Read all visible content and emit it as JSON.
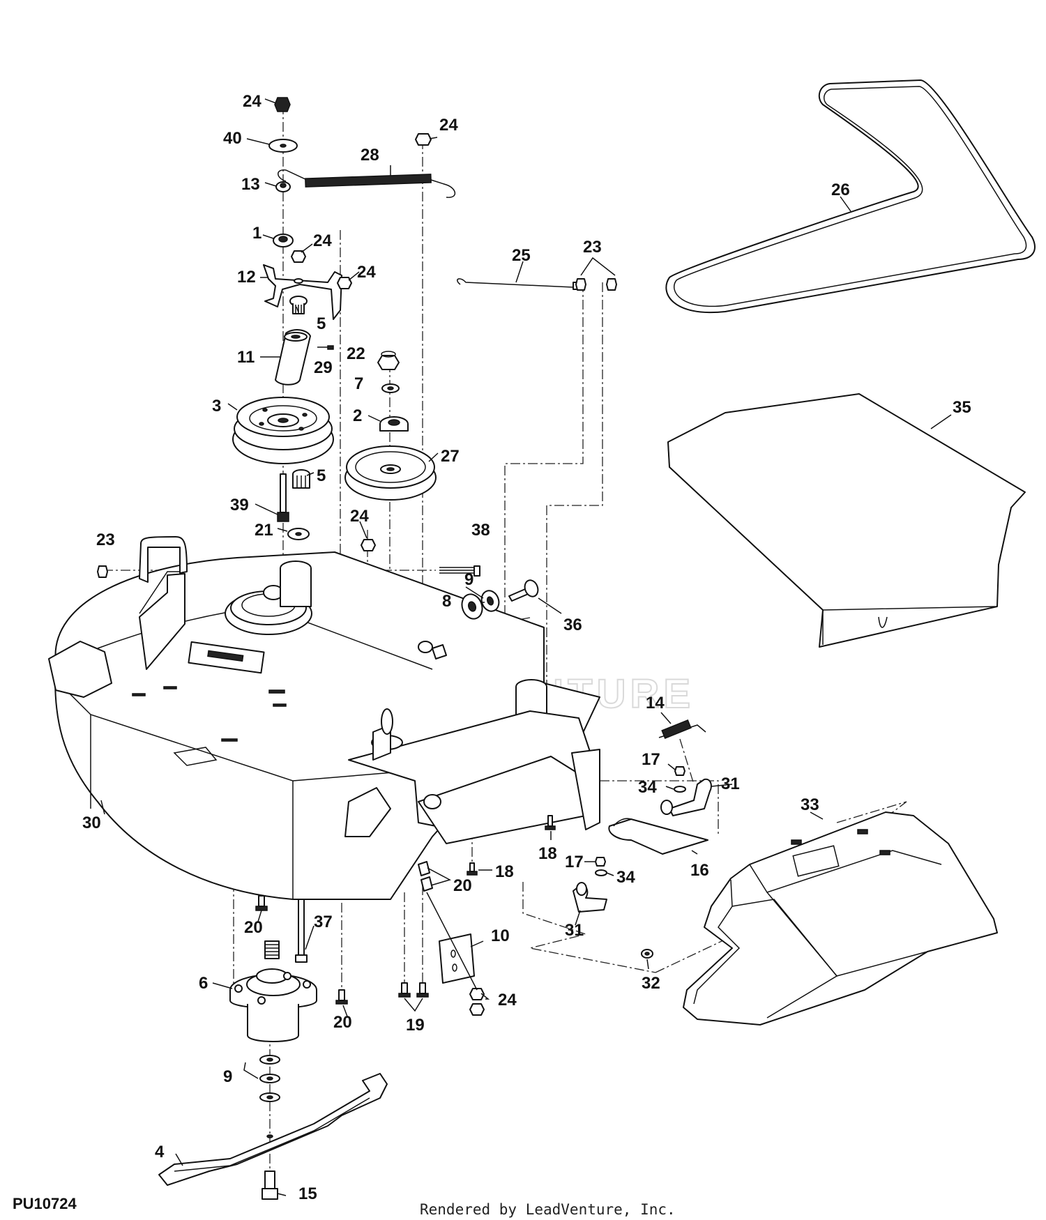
{
  "figure_id": "PU10724",
  "credit": "Rendered by LeadVenture, Inc.",
  "watermark": "LEADVENTURE",
  "callouts": [
    {
      "id": "c-24a",
      "text": "24"
    },
    {
      "id": "c-40",
      "text": "40"
    },
    {
      "id": "c-24b",
      "text": "24"
    },
    {
      "id": "c-28",
      "text": "28"
    },
    {
      "id": "c-13",
      "text": "13"
    },
    {
      "id": "c-1",
      "text": "1"
    },
    {
      "id": "c-24c",
      "text": "24"
    },
    {
      "id": "c-12",
      "text": "12"
    },
    {
      "id": "c-24d",
      "text": "24"
    },
    {
      "id": "c-5a",
      "text": "5"
    },
    {
      "id": "c-11",
      "text": "11"
    },
    {
      "id": "c-29",
      "text": "29"
    },
    {
      "id": "c-22",
      "text": "22"
    },
    {
      "id": "c-7",
      "text": "7"
    },
    {
      "id": "c-3",
      "text": "3"
    },
    {
      "id": "c-2",
      "text": "2"
    },
    {
      "id": "c-27",
      "text": "27"
    },
    {
      "id": "c-5b",
      "text": "5"
    },
    {
      "id": "c-39",
      "text": "39"
    },
    {
      "id": "c-21",
      "text": "21"
    },
    {
      "id": "c-24e",
      "text": "24"
    },
    {
      "id": "c-38",
      "text": "38"
    },
    {
      "id": "c-23a",
      "text": "23"
    },
    {
      "id": "c-25",
      "text": "25"
    },
    {
      "id": "c-23b",
      "text": "23"
    },
    {
      "id": "c-26",
      "text": "26"
    },
    {
      "id": "c-35",
      "text": "35"
    },
    {
      "id": "c-9a",
      "text": "9"
    },
    {
      "id": "c-8",
      "text": "8"
    },
    {
      "id": "c-36",
      "text": "36"
    },
    {
      "id": "c-14",
      "text": "14"
    },
    {
      "id": "c-17a",
      "text": "17"
    },
    {
      "id": "c-34a",
      "text": "34"
    },
    {
      "id": "c-31a",
      "text": "31"
    },
    {
      "id": "c-33",
      "text": "33"
    },
    {
      "id": "c-30",
      "text": "30"
    },
    {
      "id": "c-18a",
      "text": "18"
    },
    {
      "id": "c-16",
      "text": "16"
    },
    {
      "id": "c-17b",
      "text": "17"
    },
    {
      "id": "c-34b",
      "text": "34"
    },
    {
      "id": "c-18b",
      "text": "18"
    },
    {
      "id": "c-20a",
      "text": "20"
    },
    {
      "id": "c-31b",
      "text": "31"
    },
    {
      "id": "c-20b",
      "text": "20"
    },
    {
      "id": "c-37",
      "text": "37"
    },
    {
      "id": "c-10",
      "text": "10"
    },
    {
      "id": "c-32",
      "text": "32"
    },
    {
      "id": "c-6",
      "text": "6"
    },
    {
      "id": "c-24f",
      "text": "24"
    },
    {
      "id": "c-19",
      "text": "19"
    },
    {
      "id": "c-20c",
      "text": "20"
    },
    {
      "id": "c-9b",
      "text": "9"
    },
    {
      "id": "c-4",
      "text": "4"
    },
    {
      "id": "c-15",
      "text": "15"
    }
  ]
}
